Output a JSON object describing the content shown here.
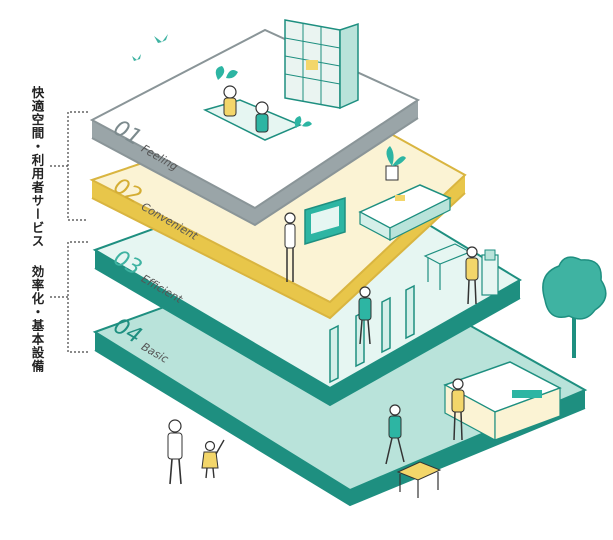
{
  "side_labels": {
    "comfort": "快適空間・利用者サービス",
    "efficiency": "効率化・基本設備"
  },
  "layers": [
    {
      "number": "01",
      "name": "Feeling"
    },
    {
      "number": "02",
      "name": "Convenient"
    },
    {
      "number": "03",
      "name": "Efficient"
    },
    {
      "number": "04",
      "name": "Basic"
    }
  ],
  "colors": {
    "teal": "#2db5a3",
    "teal_dark": "#1e8f80",
    "mint": "#d4efe9",
    "cream": "#fbf3d4",
    "yellow": "#f3d66a",
    "grey_text": "#6b6b6b"
  }
}
